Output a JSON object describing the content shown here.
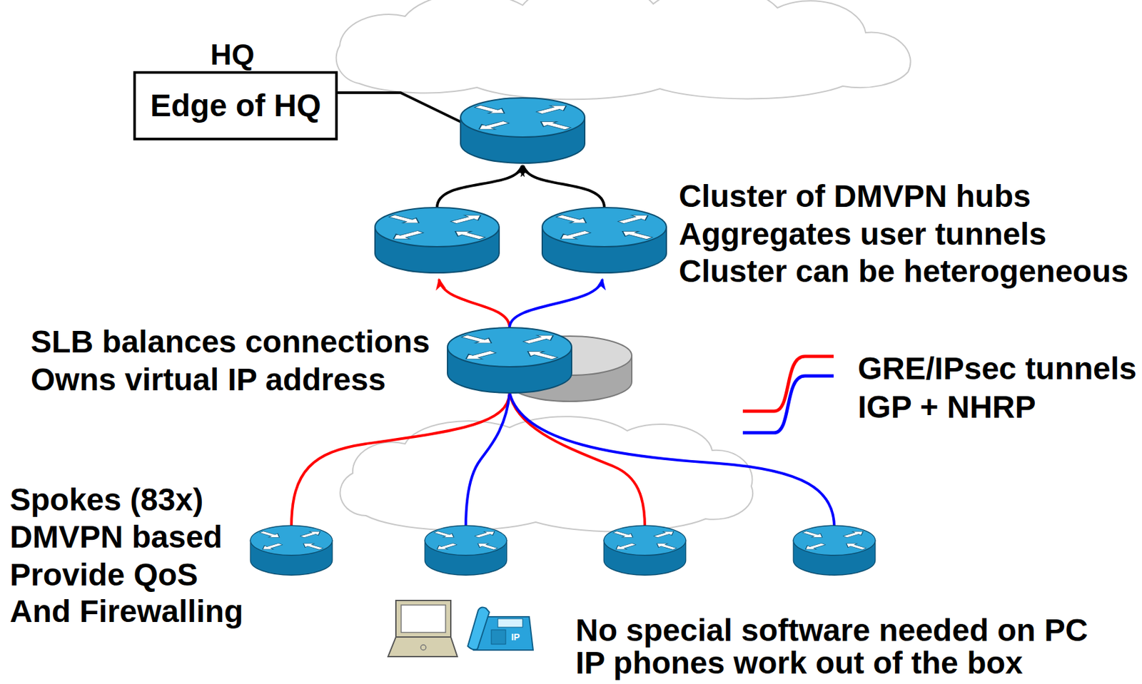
{
  "diagram": {
    "nodes": [
      {
        "text": [
          "HQ"
        ]
      },
      {
        "text": [
          "Edge of HQ"
        ]
      }
    ],
    "labels": [
      "Cluster of DMVPN hubs",
      "Aggregates user tunnels",
      "Cluster can be heterogeneous",
      "SLB balances connections",
      "Owns virtual IP address",
      "Spokes (83x)",
      "DMVPN based",
      "Provide QoS",
      "And Firewalling",
      "IP",
      "No special software needed on PC",
      "IP phones work out of the box"
    ],
    "legend": [
      {
        "text": "GRE/IPsec tunnels"
      },
      {
        "text": "IGP + NHRP"
      }
    ]
  }
}
